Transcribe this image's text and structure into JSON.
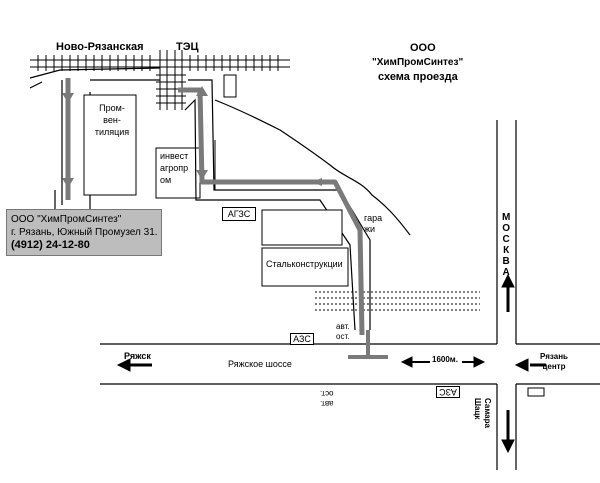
{
  "header": {
    "company_ooo": "ООО",
    "company_name": "\"ХимПромСинтез\"",
    "subtitle": "схема проезда"
  },
  "places": {
    "novo_ryazanskaya": "Ново-Рязанская",
    "tec": "ТЭЦ",
    "promventilyaciya": [
      "Пром-",
      "вен-",
      "тиляция"
    ],
    "invest_agroprom": [
      "инвест",
      "агропр",
      "ом"
    ],
    "agzs": "АГЗС",
    "garazhi": [
      "гара",
      "жи"
    ],
    "stalkonstrukcii": "Стальконструкции",
    "azs_north": "АЗС",
    "azs_south": "АЗС",
    "bus_stop_north": [
      "авт.",
      "ост."
    ],
    "bus_stop_south": [
      "авт.",
      "ост."
    ]
  },
  "roads": {
    "ryazhskoe_shosse": "Ряжское шоссе",
    "distance": "1600м.",
    "moskva_letters": [
      "М",
      "О",
      "С",
      "К",
      "В",
      "А"
    ],
    "ryazhsk": "Ряжск",
    "ryazan_centr": [
      "Рязань",
      "центр"
    ],
    "samara_shack": [
      "Самара",
      "Шацк"
    ]
  },
  "info_box": {
    "line1": "ООО  \"ХимПромСинтез\"",
    "line2": "г. Рязань, Южный Промузел 31.",
    "line3": "(4912)  24-12-80"
  },
  "colors": {
    "route": "#7a7a7a",
    "info_bg": "#bdbdbd"
  }
}
